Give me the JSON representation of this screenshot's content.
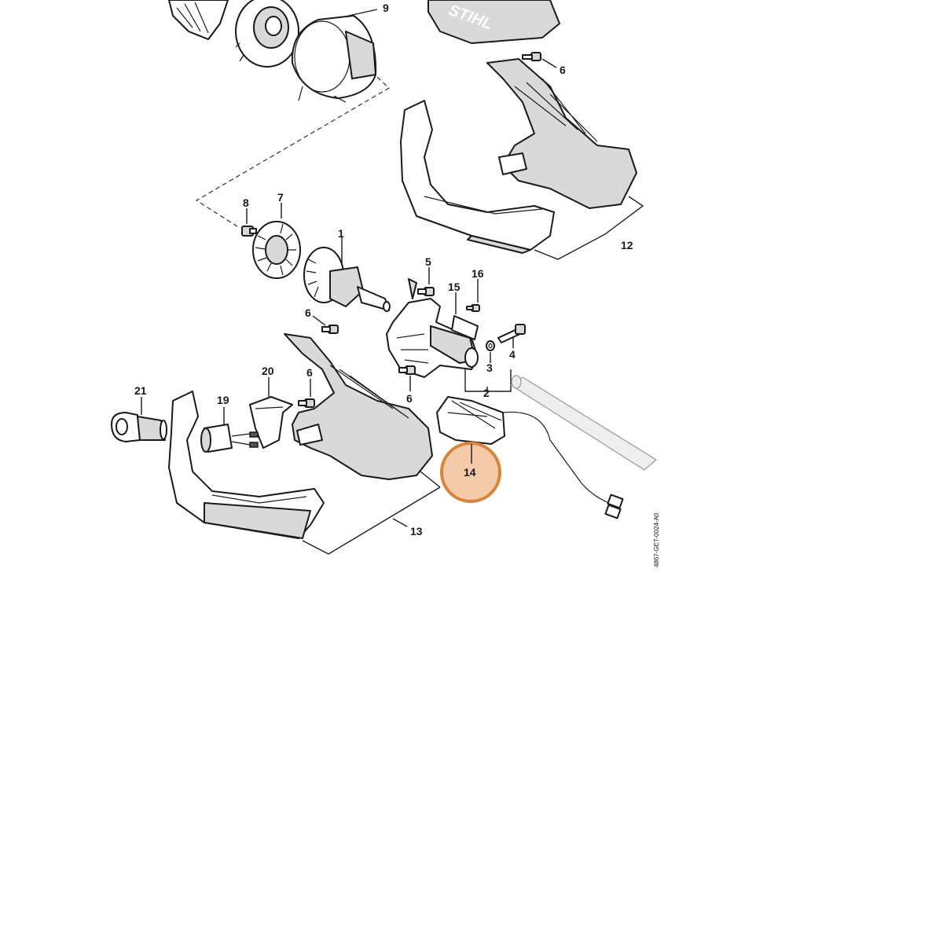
{
  "diagram": {
    "brand_text": "STIHL",
    "drawing_code": "4867-GET-0024-A0",
    "highlight": {
      "part_number": "14",
      "color": "#d9843a",
      "fill": "#f3cba8"
    },
    "callouts": {
      "c1": "1",
      "c2": "2",
      "c3": "3",
      "c4": "4",
      "c5": "5",
      "c6a": "6",
      "c6b": "6",
      "c6c": "6",
      "c6d": "6",
      "c7": "7",
      "c8": "8",
      "c9": "9",
      "c12": "12",
      "c13": "13",
      "c15": "15",
      "c16": "16",
      "c19": "19",
      "c20": "20",
      "c21": "21"
    }
  }
}
